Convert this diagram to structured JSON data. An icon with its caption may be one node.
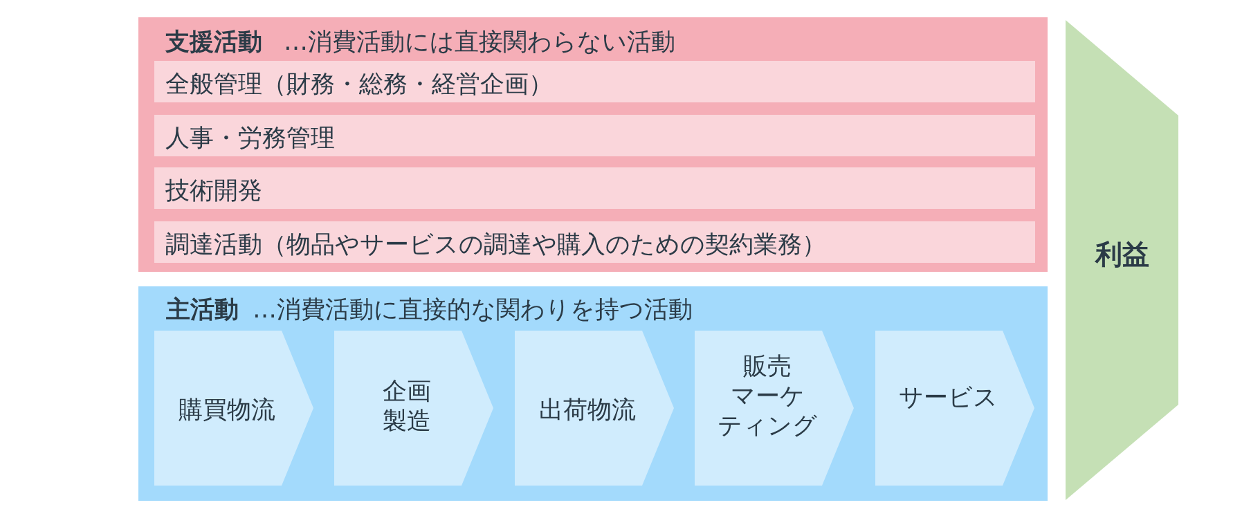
{
  "diagram": {
    "nodes": [
      {
        "text": [
          "支援活動",
          "…消費活動には直接関わらない活動"
        ]
      },
      {
        "text": [
          "全般管理（財務・総務・経営企画）"
        ],
        "in": 0
      },
      {
        "text": [
          "人事・労務管理"
        ],
        "in": 0
      },
      {
        "text": [
          "技術開発"
        ],
        "in": 0
      },
      {
        "text": [
          "調達活動（物品やサービスの調達や購入のための契約業務）"
        ],
        "in": 0
      },
      {
        "text": [
          "主活動",
          "…消費活動に直接的な関わりを持つ活動"
        ]
      },
      {
        "text": [
          "購買物流"
        ],
        "in": 5
      },
      {
        "text": [
          "企画製造"
        ],
        "in": 5
      },
      {
        "text": [
          "出荷物流"
        ],
        "in": 5
      },
      {
        "text": [
          "販売マーケティング"
        ],
        "in": 5
      },
      {
        "text": [
          "サービス"
        ],
        "in": 5
      },
      {
        "text": [
          "利益"
        ]
      }
    ]
  }
}
